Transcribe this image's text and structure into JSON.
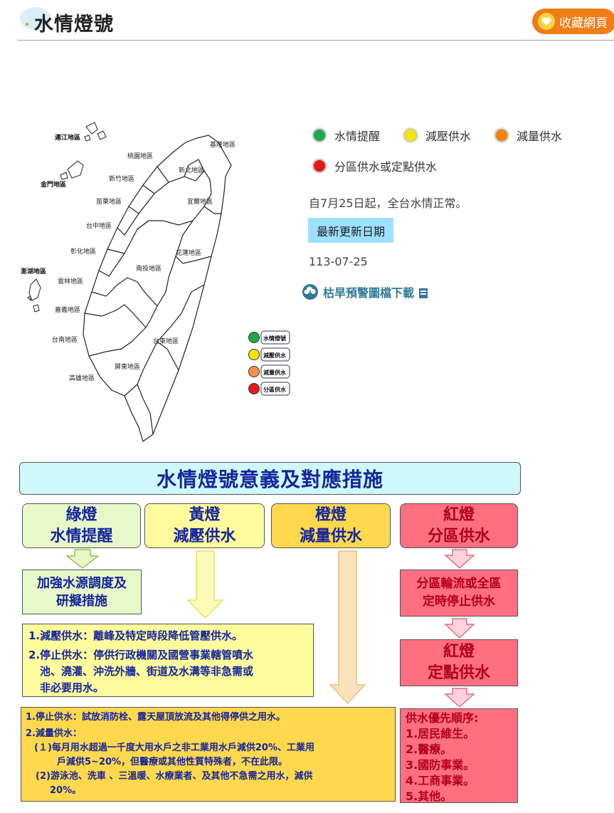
{
  "header": {
    "title": "水情燈號",
    "favorite_label": "收藏網頁"
  },
  "map": {
    "labels": {
      "lianjiang": "連江地區",
      "jinmen": "金門地區",
      "penghu": "澎湖地區",
      "keelung": "基隆地區",
      "taoyuan": "桃園地區",
      "xinbei": "新北地區",
      "hsinchu": "新竹地區",
      "yilan": "宜蘭地區",
      "miaoli": "苗栗地區",
      "taichung": "台中地區",
      "changhua": "彰化地區",
      "hualien": "花蓮地區",
      "nantou": "南投地區",
      "yunlin": "雲林地區",
      "chiayi": "嘉義地區",
      "tainan": "台南地區",
      "taitung": "台東地區",
      "pingtung": "屏東地區",
      "kaohsiung": "高雄地區"
    },
    "mini_legend": [
      "水情燈號",
      "減壓供水",
      "減量供水",
      "分區供水"
    ]
  },
  "legend": [
    {
      "label": "水情提醒",
      "color": "#1fa84a"
    },
    {
      "label": "減壓供水",
      "color": "#f5e600"
    },
    {
      "label": "減量供水",
      "color": "#f08400"
    },
    {
      "label": "分區供水或定點供水",
      "color": "#e11b1b"
    }
  ],
  "status_text": "自7月25日起，全台水情正常。",
  "update_label": "最新更新日期",
  "update_date": "113-07-25",
  "download_link": "枯旱預警圖檔下載",
  "info": {
    "title": "水情燈號意義及對應措施",
    "green": {
      "line1": "綠燈",
      "line2": "水情提醒",
      "color": "#e7f9c9"
    },
    "yellow": {
      "line1": "黃燈",
      "line2": "減壓供水",
      "color": "#fffc9e"
    },
    "orange": {
      "line1": "橙燈",
      "line2": "減量供水",
      "color": "#ffd84e"
    },
    "red": {
      "line1": "紅燈",
      "line2": "分區供水",
      "color": "#ff6f82"
    },
    "green_action": {
      "line1": "加強水源調度及",
      "line2": "研擬措施"
    },
    "yellow_actions": {
      "item1": "1.減壓供水：離峰及特定時段降低管壓供水。",
      "item2a": "2.停止供水：停供行政機關及國營事業轄管噴水",
      "item2b": "池、澆灌、沖洗外牆、街道及水溝等非急需或",
      "item2c": "非必要用水。"
    },
    "orange_actions": {
      "item1": "1.停止供水：試放消防栓、露天屋頂放流及其他得停供之用水。",
      "item2": "2.減量供水：",
      "sub1a": "(１)每月用水超過一千度大用水戶之非工業用水戶減供20%、工業用",
      "sub1b": "戶減供5~20%，但醫療或其他性質特殊者，不在此限。",
      "sub2a": "(2)游泳池、洗車 、三溫暖、水療業者、及其他不急需之用水，減供",
      "sub2b": "20%。"
    },
    "red_action": {
      "line1": "分區輪流或全區",
      "line2": "定時停止供水"
    },
    "red_point": {
      "line1": "紅燈",
      "line2": "定點供水"
    },
    "priority": {
      "title": "供水優先順序:",
      "items": [
        "1.居民維生。",
        "2.醫療。",
        "3.國防事業。",
        "4.工商事業。",
        "5.其他。"
      ]
    }
  }
}
